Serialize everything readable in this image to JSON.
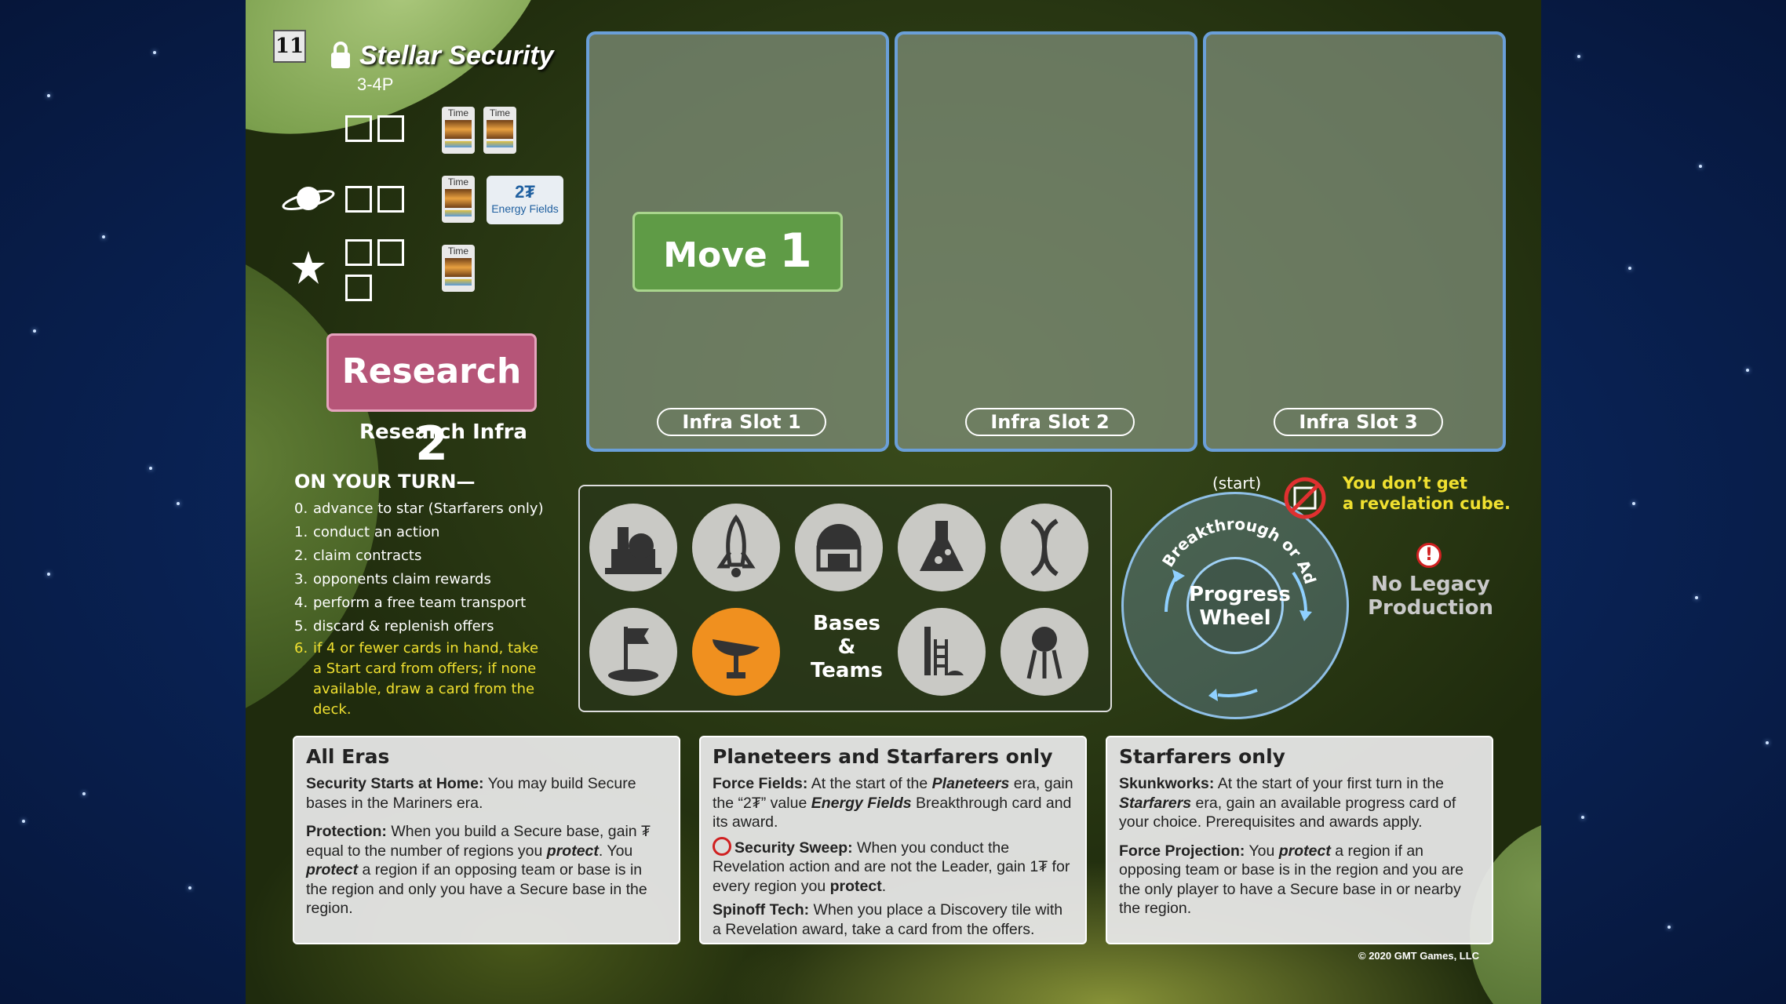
{
  "card": {
    "number": "11",
    "title": "Stellar Security",
    "players": "3-4P",
    "time_label": "Time",
    "energy_value": "2₮",
    "energy_label": "Energy Fields",
    "actions": {
      "research_word": "Research",
      "research_num": "2",
      "research_label": "Research Infra",
      "move_word": "Move",
      "move_num": "1"
    }
  },
  "infra_slots": [
    "Infra Slot 1",
    "Infra Slot 2",
    "Infra Slot 3"
  ],
  "turn": {
    "title": "ON YOUR TURN—",
    "steps": [
      {
        "n": "0.",
        "text": "advance to star (Starfarers only)"
      },
      {
        "n": "1.",
        "text": "conduct an action"
      },
      {
        "n": "2.",
        "text": "claim contracts"
      },
      {
        "n": "3.",
        "text": "opponents claim rewards"
      },
      {
        "n": "4.",
        "text": "perform a free team transport"
      },
      {
        "n": "5.",
        "text": "discard & replenish offers"
      },
      {
        "n": "6.",
        "text": "if 4 or fewer cards in hand, take a Start card from offers; if none available, draw a card from the deck."
      }
    ]
  },
  "bases": {
    "line1": "Bases",
    "line2": "&",
    "line3": "Teams",
    "icons": [
      "observatory-icon",
      "rocket-icon",
      "dome-base-icon",
      "flask-icon",
      "dna-icon",
      "flag-icon",
      "satellite-dish-icon",
      "launch-tower-icon",
      "water-tower-icon"
    ],
    "highlight_color": "#f0901f"
  },
  "wheel": {
    "start": "(start)",
    "arc_text": "Breakthrough or Adapt",
    "title1": "Progress",
    "title2": "Wheel",
    "reveal_line1": "You don’t get",
    "reveal_line2": "a revelation cube.",
    "legacy_line1": "No Legacy",
    "legacy_line2": "Production"
  },
  "panels": {
    "all_eras": {
      "title": "All Eras",
      "p1_bold": "Security Starts at Home:",
      "p1_text": " You may build Secure bases in the Mariners era.",
      "p2_bold": "Protection:",
      "p2_a": " When you build a Secure base, gain ₮ equal to the number of regions you ",
      "p2_b": "protect",
      "p2_c": ". You ",
      "p2_d": "protect",
      "p2_e": " a region if an opposing team or base is in the region and only you have a Secure base in the region."
    },
    "planeteers": {
      "title": "Planeteers and Starfarers only",
      "p1_bold": "Force Fields:",
      "p1_a": " At the start of the ",
      "p1_b": "Planeteers",
      "p1_c": " era, gain the “2₮” value ",
      "p1_d": "Energy Fields",
      "p1_e": " Breakthrough card and its award.",
      "p2_bold": "Security Sweep:",
      "p2_a": " When you conduct the Revelation action and are not the Leader, gain 1₮ for every region you ",
      "p2_b": "protect",
      "p2_c": ".",
      "p3_bold": "Spinoff Tech:",
      "p3_a": " When you place a Discovery tile with a Revelation award, take a card from the offers."
    },
    "starfarers": {
      "title": "Starfarers only",
      "p1_bold": "Skunkworks:",
      "p1_a": " At the start of your first turn in the ",
      "p1_b": "Starfarers",
      "p1_c": " era, gain an available progress card of your choice. Prerequisites and awards apply.",
      "p2_bold": "Force Projection:",
      "p2_a": " You ",
      "p2_b": "protect",
      "p2_c": " a region if an opposing team or base is in the region and you are the only player to have a Secure base in or nearby the region."
    }
  },
  "copyright": "© 2020 GMT Games, LLC",
  "colors": {
    "research": "#b65578",
    "move": "#5f9b46",
    "slot_border": "#6a9fd8",
    "highlight_yellow": "#f0e030"
  }
}
